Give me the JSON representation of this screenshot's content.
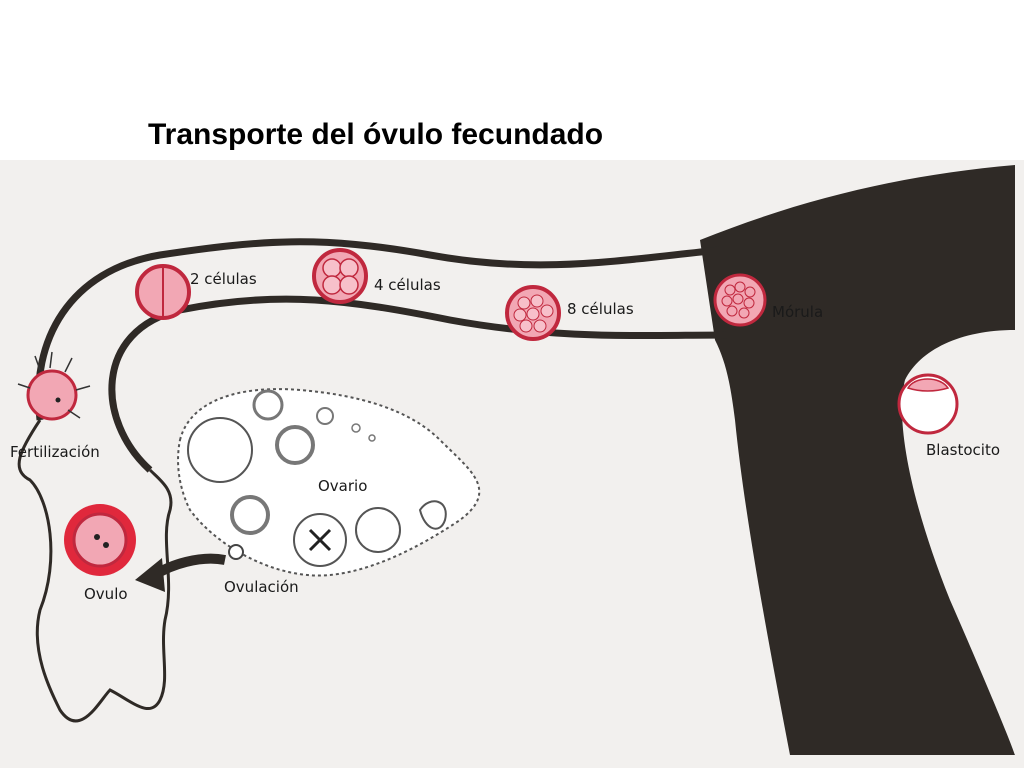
{
  "title": "Transporte del óvulo fecundado",
  "labels": {
    "two_cells": "2 células",
    "four_cells": "4 células",
    "eight_cells": "8 células",
    "morula": "Mórula",
    "blastocyst": "Blastocito",
    "fertilization": "Fertilización",
    "ovary": "Ovario",
    "ovulation": "Ovulación",
    "ovum": "Ovulo"
  },
  "colors": {
    "cell_fill": "#f2a7b4",
    "cell_border": "#c0283e",
    "tissue": "#2f2a26",
    "ovum_corona": "#e0283c"
  }
}
